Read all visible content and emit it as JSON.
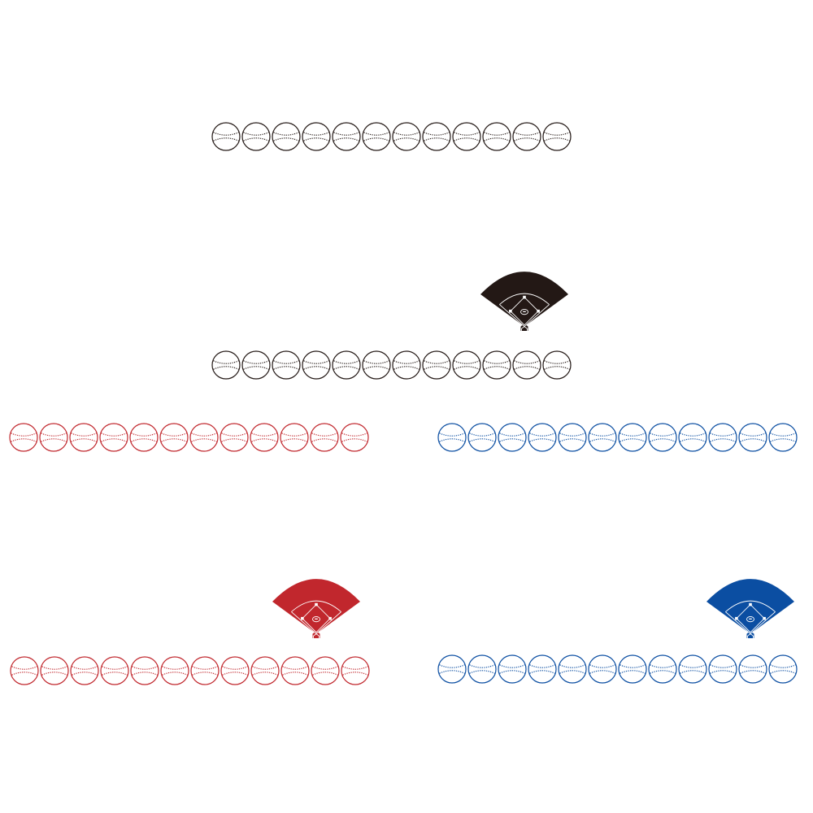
{
  "palette": {
    "black": "#231815",
    "red": "#c1272d",
    "blue": "#0b4ea2",
    "white": "#ffffff"
  },
  "icons": {
    "ball": "baseball-icon",
    "field": "baseball-field-icon"
  },
  "groups": [
    {
      "name": "black-baseball-row-top",
      "color": "black",
      "count": 12,
      "has_field": false
    },
    {
      "name": "black-baseball-row-with-field",
      "color": "black",
      "count": 12,
      "has_field": true
    },
    {
      "name": "red-baseball-row",
      "color": "red",
      "count": 12,
      "has_field": false
    },
    {
      "name": "blue-baseball-row",
      "color": "blue",
      "count": 12,
      "has_field": false
    },
    {
      "name": "red-baseball-row-with-field",
      "color": "red",
      "count": 12,
      "has_field": true
    },
    {
      "name": "blue-baseball-row-with-field",
      "color": "blue",
      "count": 12,
      "has_field": true
    }
  ]
}
